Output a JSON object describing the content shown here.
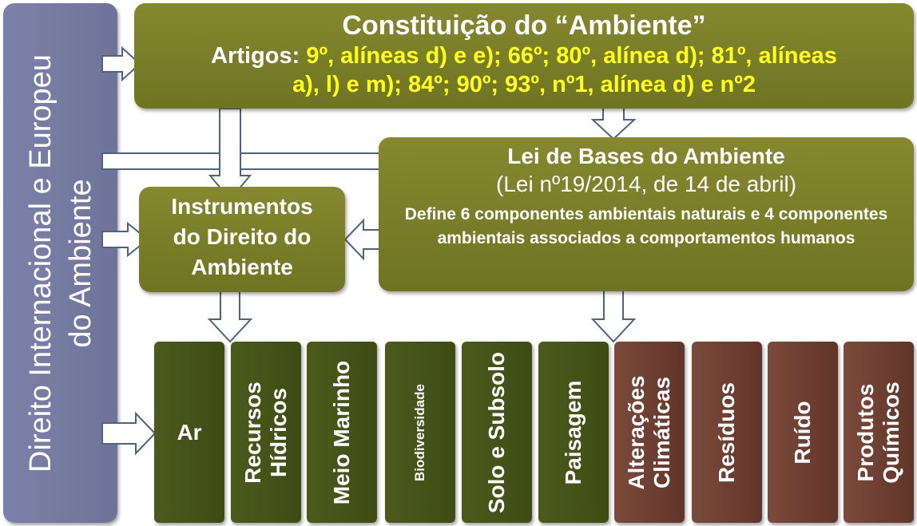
{
  "left_panel": {
    "lines": [
      "Direito Internacional e Europeu",
      "do Ambiente"
    ]
  },
  "constituicao": {
    "title": "Constituição do “Ambiente”",
    "label": "Artigos:",
    "line1": "9º, alíneas d) e e); 66º; 80º, alínea d); 81º, alíneas",
    "line2": "a), l) e m); 84º; 90º; 93º, nº1,   alínea d) e nº2"
  },
  "lei": {
    "title": "Lei de Bases do Ambiente",
    "subtitle": "(Lei nº19/2014, de 14 de abril)",
    "description": "Define 6 componentes ambientais naturais e 4 componentes ambientais associados a comportamentos humanos"
  },
  "instrumentos": {
    "lines": [
      "Instrumentos",
      "do Direito do",
      "Ambiente"
    ]
  },
  "components": [
    {
      "label": "Ar",
      "kind": "natural"
    },
    {
      "label": "Recursos Hídricos",
      "kind": "natural"
    },
    {
      "label": "Meio Marinho",
      "kind": "natural"
    },
    {
      "label": "Biodiversidade",
      "kind": "natural"
    },
    {
      "label": "Solo e Subsolo",
      "kind": "natural"
    },
    {
      "label": "Paisagem",
      "kind": "natural"
    },
    {
      "label": "Alterações Climáticas",
      "kind": "human"
    },
    {
      "label": "Resíduos",
      "kind": "human"
    },
    {
      "label": "Ruído",
      "kind": "human"
    },
    {
      "label": "Produtos Químicos",
      "kind": "human"
    }
  ],
  "colors": {
    "olive": "#7a7e28",
    "yellow_text": "#ffff1e",
    "natural": "#44521a",
    "human": "#6b3e31",
    "left_panel": "#7479a0"
  }
}
